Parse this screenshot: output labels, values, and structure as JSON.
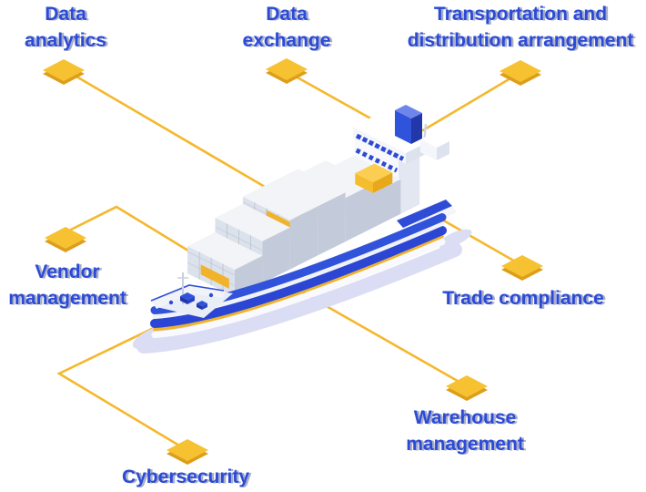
{
  "illustration": {
    "name": "isometric-container-ship",
    "description": "Container ship illustration with seven connected capability callouts"
  },
  "colors": {
    "label_text": "#2b4bd7",
    "connector_line": "#f5b82d",
    "diamond_top": "#f7c231",
    "diamond_side": "#dc9e1b",
    "hull_blue": "#2b46d4",
    "hull_stripe_yellow": "#f0b42c",
    "shadow_lavender": "#dbddf4"
  },
  "callouts": {
    "data_analytics": {
      "line1": "Data",
      "line2": "analytics"
    },
    "data_exchange": {
      "line1": "Data",
      "line2": "exchange"
    },
    "transportation": {
      "line1": "Transportation and",
      "line2": "distribution arrangement"
    },
    "vendor": {
      "line1": "Vendor",
      "line2": "management"
    },
    "trade": {
      "line1": "Trade compliance"
    },
    "warehouse": {
      "line1": "Warehouse",
      "line2": "management"
    },
    "cybersecurity": {
      "line1": "Cybersecurity"
    }
  }
}
